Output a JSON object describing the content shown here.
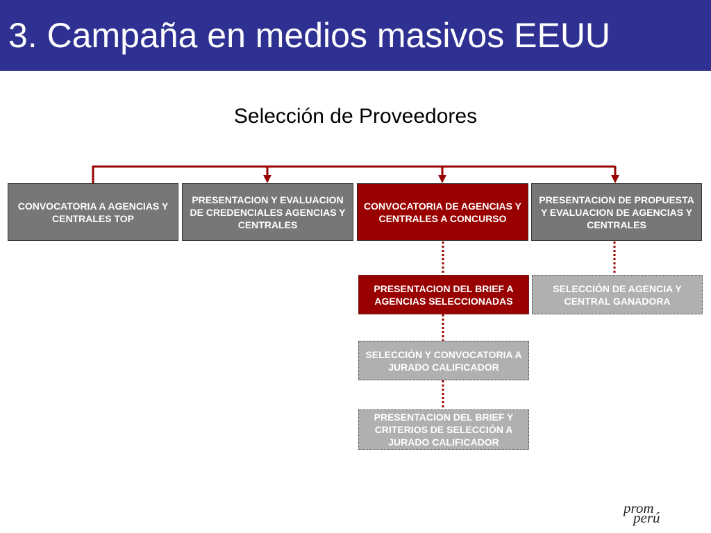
{
  "header": {
    "title": "3. Campaña en medios masivos EEUU",
    "background_color": "#2e3192"
  },
  "subtitle": "Selección de Proveedores",
  "colors": {
    "connector": "#990000",
    "dark_box": "#777777",
    "red_box": "#990000",
    "light_box": "#b0b0b0"
  },
  "boxes": {
    "top_1": "CONVOCATORIA A AGENCIAS Y CENTRALES TOP",
    "top_2": "PRESENTACION Y EVALUACION DE CREDENCIALES AGENCIAS Y CENTRALES",
    "top_3": "CONVOCATORIA DE AGENCIAS Y CENTRALES A CONCURSO",
    "top_4": "PRESENTACION DE PROPUESTA Y EVALUACION DE AGENCIAS Y CENTRALES",
    "step_3a": "PRESENTACION DEL BRIEF A AGENCIAS SELECCIONADAS",
    "step_3b": "SELECCIÓN Y CONVOCATORIA A JURADO CALIFICADOR",
    "step_3c": "PRESENTACION DEL BRIEF Y CRITERIOS DE SELECCIÓN A JURADO CALIFICADOR",
    "step_4a": "SELECCIÓN DE AGENCIA Y CENTRAL GANADORA"
  },
  "logo": {
    "line1": "prom",
    "line2": "perú"
  }
}
